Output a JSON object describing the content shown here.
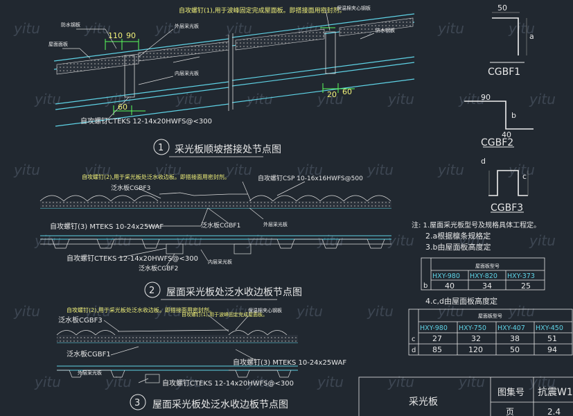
{
  "watermark": "yitu",
  "details": {
    "d1": {
      "num": "1",
      "title": "采光板顺坡搭接处节点图",
      "bolt_top": "自攻螺钉(1),用于波峰固定完成屋面板。即搭接面用密封剂。",
      "callout_top": "保温棉夹心钢板",
      "callout_left1": "防水钢板",
      "callout_left2": "屋面面板",
      "callout_mid1": "外层采光板",
      "callout_mid2": "内层采光板",
      "callout_right": "防水钢板",
      "dim_a": "110",
      "dim_b": "90",
      "dim_c": "60",
      "dim_d": "20",
      "dim_e": "60",
      "bolt_bottom": "自攻螺钉CTEKS   12-14x20HWFS@<300"
    },
    "d2": {
      "num": "2",
      "title": "屋面采光板处泛水收边板节点图",
      "bolt_a": "自攻螺钉(2),用于采光板处泛水收边板。即搭接面用密封剂。",
      "flash_a": "泛水板CGBF3",
      "bolt_b": "自攻螺钉CSP  10-16x16HWFS@500",
      "bolt_c": "自攻螺钉(3)  MTEKS   10-24x25WAF",
      "flash_b": "泛水板CGBF1",
      "bolt_d": "自攻螺钉CTEKS   12-14x20HWFS@<300",
      "flash_c": "泛水板CGBF2",
      "label_e": "外层采光板",
      "label_f": "内层采光板"
    },
    "d3": {
      "num": "3",
      "title": "屋面采光板处泛水收边板节点图",
      "bolt_a": "自攻螺钉(2),用于采光板处泛水收边板。即搭接面用密封剂。",
      "flash_a": "泛水板CGBF3",
      "bolt_b": "自攻螺钉(1),用于波峰固定完成屋面板。",
      "top_right": "保温棉夹心钢板",
      "flash_b": "泛水板CGBF1",
      "bolt_c": "自攻螺钉(3)  MTEKS   10-24x25WAF",
      "bolt_d": "自攻螺钉CTEKS   12-14x20HWFS@<300",
      "label_e": "外层采光板"
    }
  },
  "profiles": {
    "cgbf1": {
      "name": "CGBF1",
      "dim_top": "50",
      "dim_side": "a"
    },
    "cgbf2": {
      "name": "CGBF2",
      "dim_top": "90",
      "dim_side": "b",
      "dim_bottom": "40"
    },
    "cgbf3": {
      "name": "CGBF3",
      "dim_left": "d",
      "dim_right": "c"
    }
  },
  "notes": {
    "n1": "注: 1.屋面采光板型号及规格具体工程定。",
    "n2": "2.a根据檩条规格定",
    "n3": "3.b由屋面板高度定",
    "n4": "4.c,d由屋面板高度定"
  },
  "table_b": {
    "header": "屋面板型号",
    "row_label": "b",
    "cols": [
      "HXY-980",
      "HXY-820",
      "HXY-373"
    ],
    "vals": [
      "40",
      "34",
      "25"
    ]
  },
  "table_cd": {
    "header": "屋面板型号",
    "cols": [
      "HXY-980",
      "HXY-750",
      "HXY-407",
      "HXY-450"
    ],
    "rows": [
      {
        "label": "c",
        "vals": [
          "27",
          "32",
          "38",
          "51"
        ]
      },
      {
        "label": "d",
        "vals": [
          "85",
          "120",
          "50",
          "94"
        ]
      }
    ]
  },
  "title_block": {
    "name": "采光板",
    "atlas_label": "图集号",
    "atlas_value": "抗震W1",
    "page_label": "页",
    "page_value": "2.4"
  }
}
